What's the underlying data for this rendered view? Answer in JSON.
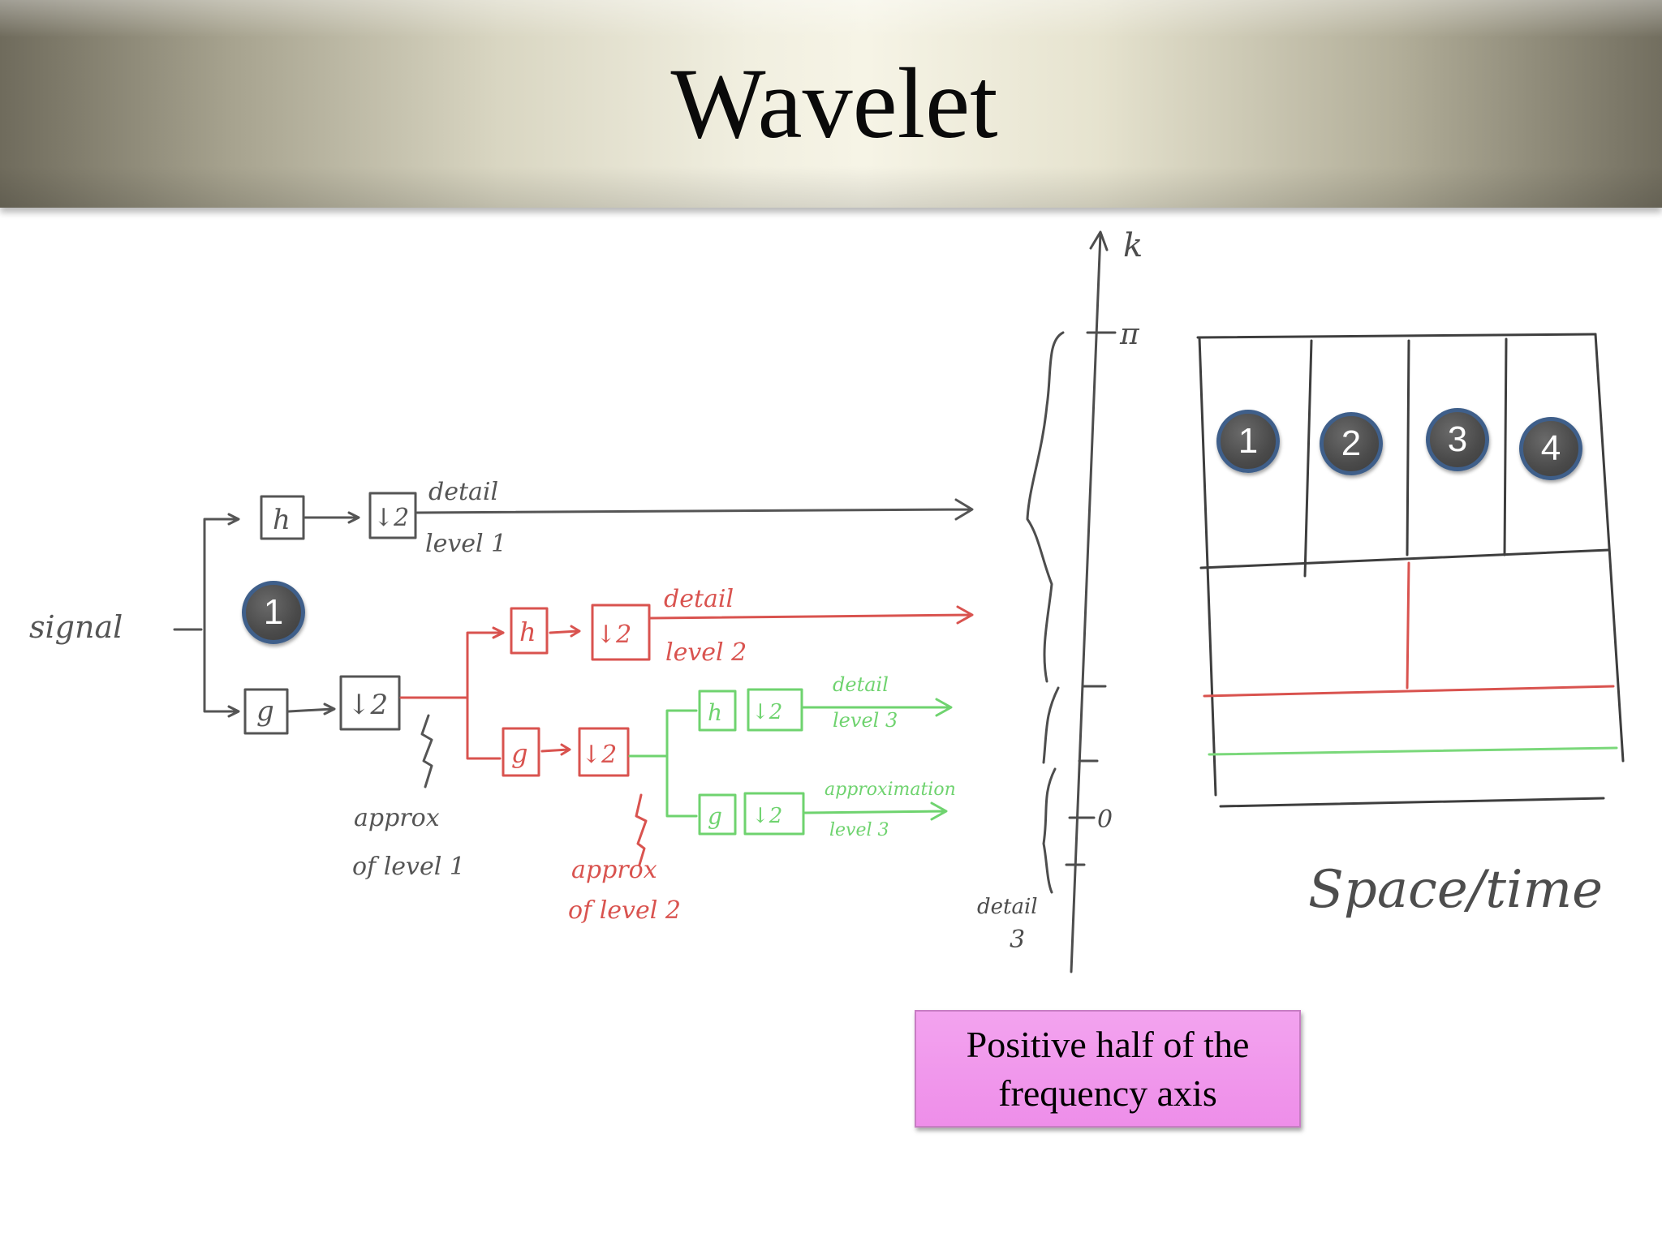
{
  "slide": {
    "title": "Wavelet",
    "callout": "Positive half of the frequency axis"
  },
  "badges": [
    "1",
    "1",
    "2",
    "3",
    "4"
  ],
  "handwriting": {
    "signal": "signal",
    "detail_level1_a": "detail",
    "detail_level1_b": "level 1",
    "detail_level2_a": "detail",
    "detail_level2_b": "level 2",
    "detail_level3_a": "detail",
    "detail_level3_b": "level 3",
    "approx_level3_a": "approximation",
    "approx_level3_b": "level 3",
    "approx_level1_a": "approx",
    "approx_level1_b": "of level 1",
    "approx_level2_a": "approx",
    "approx_level2_b": "of level 2",
    "box_h": "h",
    "box_g": "g",
    "box_down": "↓2",
    "axis_k": "k",
    "axis_pi": "π",
    "axis_zero": "0",
    "detail3_a": "detail",
    "detail3_b": "3",
    "space_time": "Space/time"
  },
  "colors": {
    "level1": "#4d4d4d",
    "level2": "#d9534f",
    "level3": "#6fd36f",
    "badge_ring": "#3f5f8a",
    "callout_fill": "#f09aec"
  }
}
